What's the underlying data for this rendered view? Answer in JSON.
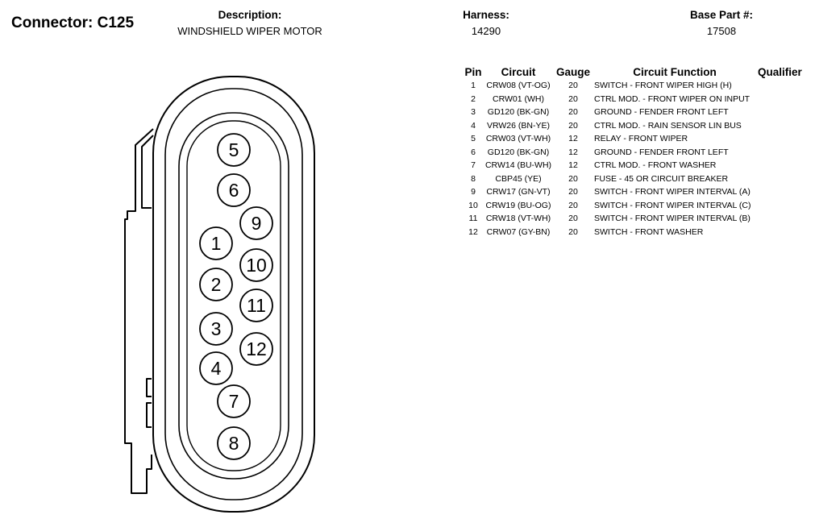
{
  "connector": {
    "label": "Connector: C125"
  },
  "header": {
    "description_label": "Description:",
    "description_value": "WINDSHIELD WIPER MOTOR",
    "harness_label": "Harness:",
    "harness_value": "14290",
    "base_part_label": "Base Part #:",
    "base_part_value": "17508"
  },
  "table": {
    "columns": [
      "Pin",
      "Circuit",
      "Gauge",
      "Circuit Function",
      "Qualifier"
    ],
    "rows": [
      {
        "pin": "1",
        "circuit": "CRW08 (VT-OG)",
        "gauge": "20",
        "function": "SWITCH - FRONT WIPER HIGH (H)",
        "qualifier": ""
      },
      {
        "pin": "2",
        "circuit": "CRW01 (WH)",
        "gauge": "20",
        "function": "CTRL MOD. - FRONT WIPER ON INPUT",
        "qualifier": ""
      },
      {
        "pin": "3",
        "circuit": "GD120 (BK-GN)",
        "gauge": "20",
        "function": "GROUND - FENDER FRONT LEFT",
        "qualifier": ""
      },
      {
        "pin": "4",
        "circuit": "VRW26 (BN-YE)",
        "gauge": "20",
        "function": "CTRL MOD. - RAIN SENSOR LIN BUS",
        "qualifier": ""
      },
      {
        "pin": "5",
        "circuit": "CRW03 (VT-WH)",
        "gauge": "12",
        "function": "RELAY - FRONT WIPER",
        "qualifier": ""
      },
      {
        "pin": "6",
        "circuit": "GD120 (BK-GN)",
        "gauge": "12",
        "function": "GROUND - FENDER FRONT LEFT",
        "qualifier": ""
      },
      {
        "pin": "7",
        "circuit": "CRW14 (BU-WH)",
        "gauge": "12",
        "function": "CTRL MOD. - FRONT WASHER",
        "qualifier": ""
      },
      {
        "pin": "8",
        "circuit": "CBP45 (YE)",
        "gauge": "20",
        "function": "FUSE - 45 OR CIRCUIT BREAKER",
        "qualifier": ""
      },
      {
        "pin": "9",
        "circuit": "CRW17 (GN-VT)",
        "gauge": "20",
        "function": "SWITCH - FRONT WIPER INTERVAL (A)",
        "qualifier": ""
      },
      {
        "pin": "10",
        "circuit": "CRW19 (BU-OG)",
        "gauge": "20",
        "function": "SWITCH - FRONT WIPER INTERVAL (C)",
        "qualifier": ""
      },
      {
        "pin": "11",
        "circuit": "CRW18 (VT-WH)",
        "gauge": "20",
        "function": "SWITCH - FRONT WIPER INTERVAL (B)",
        "qualifier": ""
      },
      {
        "pin": "12",
        "circuit": "CRW07 (GY-BN)",
        "gauge": "20",
        "function": "SWITCH - FRONT WASHER",
        "qualifier": ""
      }
    ]
  },
  "diagram": {
    "pins": [
      "5",
      "6",
      "9",
      "1",
      "10",
      "2",
      "11",
      "3",
      "12",
      "4",
      "7",
      "8"
    ]
  }
}
